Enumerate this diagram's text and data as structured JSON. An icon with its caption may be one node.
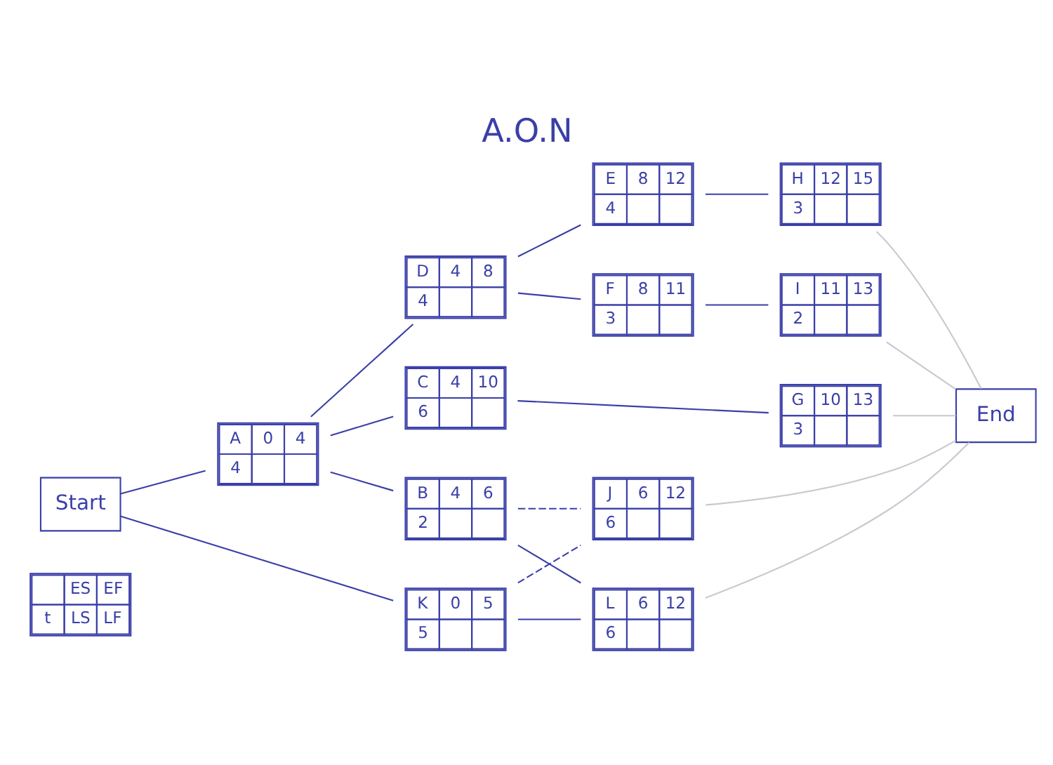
{
  "diagram": {
    "title": "A.O.N",
    "nodes": [
      {
        "text": [
          "ES",
          "EF",
          "t",
          "LS",
          "LF"
        ]
      },
      {
        "text": [
          "Start"
        ]
      },
      {
        "text": [
          "C",
          "4",
          "10",
          "6"
        ]
      },
      {
        "text": [
          "G",
          "10",
          "13",
          "3"
        ]
      },
      {
        "text": [
          "A",
          "0",
          "4",
          "4"
        ]
      },
      {
        "text": [
          "D",
          "4",
          "8",
          "4"
        ]
      },
      {
        "text": [
          "E",
          "8",
          "12",
          "4"
        ]
      },
      {
        "text": [
          "H",
          "12",
          "15",
          "3"
        ]
      },
      {
        "text": [
          "F",
          "8",
          "11",
          "3"
        ]
      },
      {
        "text": [
          "I",
          "11",
          "13",
          "2"
        ]
      },
      {
        "text": [
          "End"
        ]
      },
      {
        "text": [
          "B",
          "4",
          "6",
          "2"
        ]
      },
      {
        "text": [
          "J",
          "6",
          "12",
          "6"
        ]
      },
      {
        "text": [
          "L",
          "6",
          "12",
          "6"
        ]
      },
      {
        "text": [
          "K",
          "0",
          "5",
          "5"
        ]
      }
    ],
    "edges": [
      {
        "from": 1,
        "to": 4,
        "arrow": "none"
      },
      {
        "from": 1,
        "to": 14,
        "arrow": "none"
      },
      {
        "from": 4,
        "to": 2,
        "arrow": "none"
      },
      {
        "from": 4,
        "to": 5,
        "arrow": "none"
      },
      {
        "from": 4,
        "to": 11,
        "arrow": "none"
      },
      {
        "from": 2,
        "to": 3,
        "arrow": "none"
      },
      {
        "from": 5,
        "to": 6,
        "arrow": "none"
      },
      {
        "from": 5,
        "to": 8,
        "arrow": "none"
      },
      {
        "from": 6,
        "to": 7,
        "arrow": "none"
      },
      {
        "from": 8,
        "to": 9,
        "arrow": "none"
      },
      {
        "from": 11,
        "to": 12,
        "arrow": "none",
        "style": "dashed"
      },
      {
        "from": 11,
        "to": 13,
        "arrow": "none"
      },
      {
        "from": 14,
        "to": 12,
        "arrow": "none",
        "style": "dashed"
      },
      {
        "from": 14,
        "to": 13,
        "arrow": "none"
      },
      {
        "from": 3,
        "to": 10,
        "arrow": "none",
        "color": "#c8c8d0"
      },
      {
        "from": 7,
        "to": 10,
        "arrow": "none",
        "color": "#c8c8d0"
      },
      {
        "from": 9,
        "to": 10,
        "arrow": "none",
        "color": "#c8c8d0"
      },
      {
        "from": 12,
        "to": 10,
        "arrow": "none",
        "color": "#c8c8d0"
      },
      {
        "from": 13,
        "to": 10,
        "arrow": "none",
        "color": "#c8c8d0"
      }
    ]
  }
}
